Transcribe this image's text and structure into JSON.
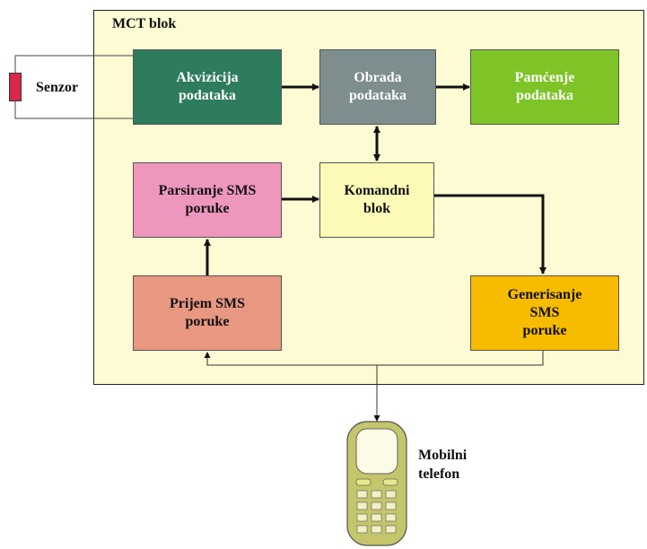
{
  "diagram": {
    "frame_title": "MCT blok",
    "sensor_label": "Senzor",
    "phone_label": "Mobilni\ntelefon",
    "blocks": {
      "akvizicija": "Akvizicija\npodataka",
      "obrada": "Obrada\npodataka",
      "pamcenje": "Pamćenje\npodataka",
      "parsiranje": "Parsiranje SMS\nporuke",
      "komandni": "Komandni\nblok",
      "prijem": "Prijem SMS\nporuke",
      "generisanje": "Generisanje\nSMS\nporuke"
    },
    "colors": {
      "frame_bg": "#fdfbd3",
      "akvizicija": "#2e7c5e",
      "obrada": "#7e8d8d",
      "pamcenje": "#7ec427",
      "parsiranje": "#ee96bd",
      "komandni": "#fdfab7",
      "prijem": "#e89780",
      "generisanje": "#f7bb00",
      "sensor": "#d9264b",
      "phone_body": "#c5c56b"
    }
  }
}
